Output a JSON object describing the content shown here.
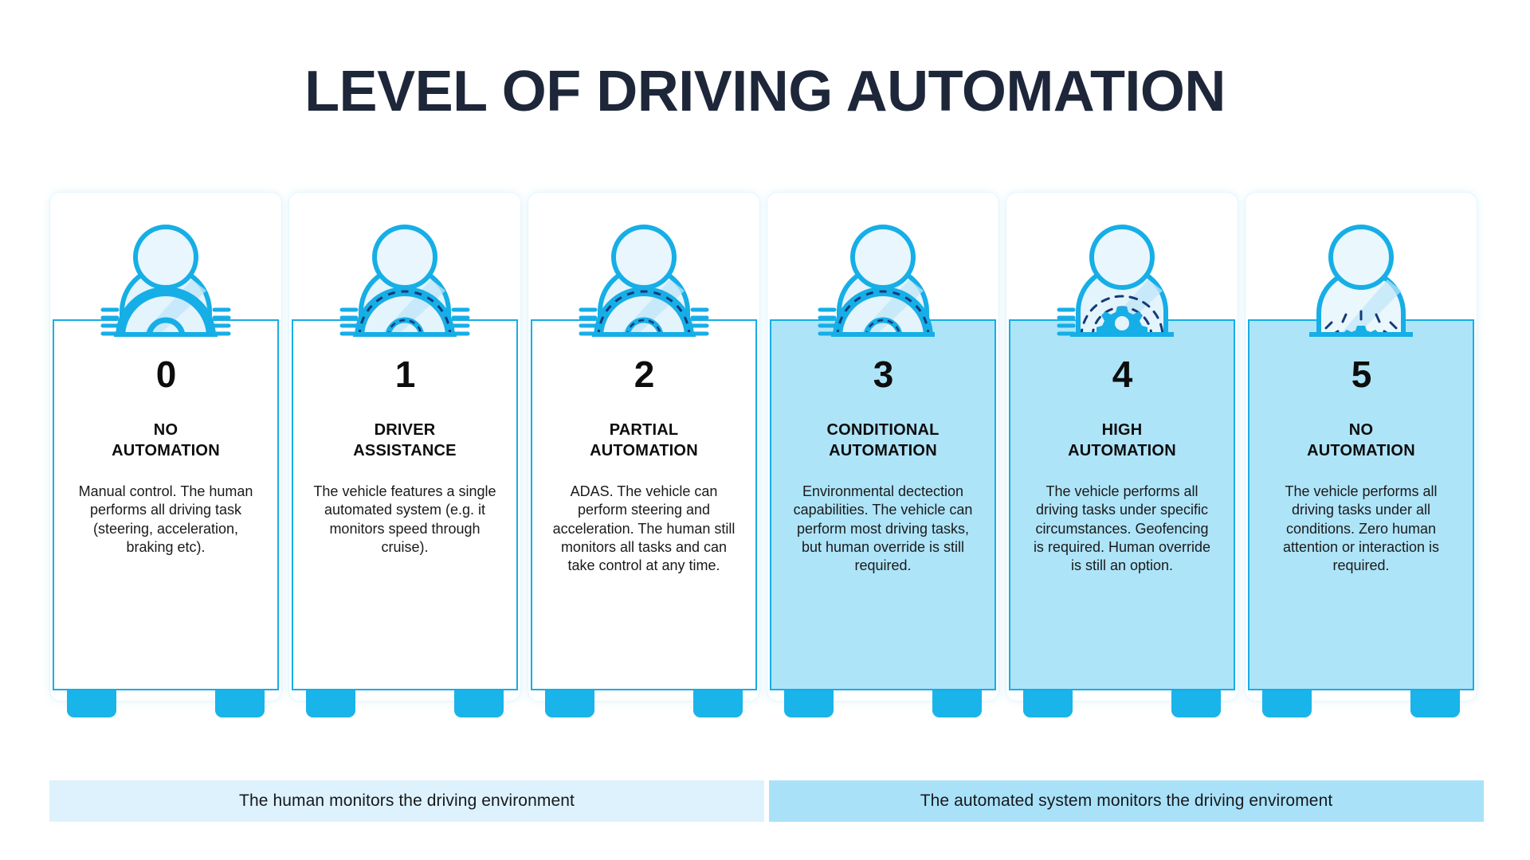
{
  "header": {
    "title": "LEVEL OF DRIVING AUTOMATION"
  },
  "colors": {
    "title_navy": "#1e2639",
    "accent_blue": "#16aee6",
    "tab_blue": "#19b4e9",
    "highlight_fill": "#aee4f8",
    "banner_human": "#ddf2fc",
    "banner_auto": "#a9e2f8",
    "icon_fill": "#e4f4fc",
    "icon_dash_navy": "#153a7a"
  },
  "levels": [
    {
      "number": "0",
      "name": "NO\nAUTOMATION",
      "description": "Manual control. The human performs all driving task (steering, acceleration, braking etc).",
      "icon": "driver-steering-wheel-icon",
      "highlight": false
    },
    {
      "number": "1",
      "name": "DRIVER\nASSISTANCE",
      "description": "The vehicle features a single automated system (e.g. it monitors speed through cruise).",
      "icon": "driver-steering-wheel-dashed-icon",
      "highlight": false
    },
    {
      "number": "2",
      "name": "PARTIAL\nAUTOMATION",
      "description": "ADAS. The vehicle can perform steering and acceleration. The human still monitors all tasks and can take control at any time.",
      "icon": "driver-steering-wheel-dashed-icon",
      "highlight": false
    },
    {
      "number": "3",
      "name": "CONDITIONAL\nAUTOMATION",
      "description": "Environmental dectection capabilities. The vehicle can perform most driving tasks, but human override is still required.",
      "icon": "driver-steering-wheel-dashed-onehand-icon",
      "highlight": true
    },
    {
      "number": "4",
      "name": "HIGH\nAUTOMATION",
      "description": "The vehicle performs all driving tasks under specific circumstances. Geofencing is required. Human override is still an option.",
      "icon": "driver-gear-dashed-icon",
      "highlight": true
    },
    {
      "number": "5",
      "name": "NO\nAUTOMATION",
      "description": "The vehicle performs all driving tasks under all conditions. Zero human attention or interaction is required.",
      "icon": "passenger-no-wheel-icon",
      "highlight": true
    }
  ],
  "banners": [
    {
      "label": "The human monitors the driving environment"
    },
    {
      "label": "The automated system monitors the driving enviroment"
    }
  ]
}
